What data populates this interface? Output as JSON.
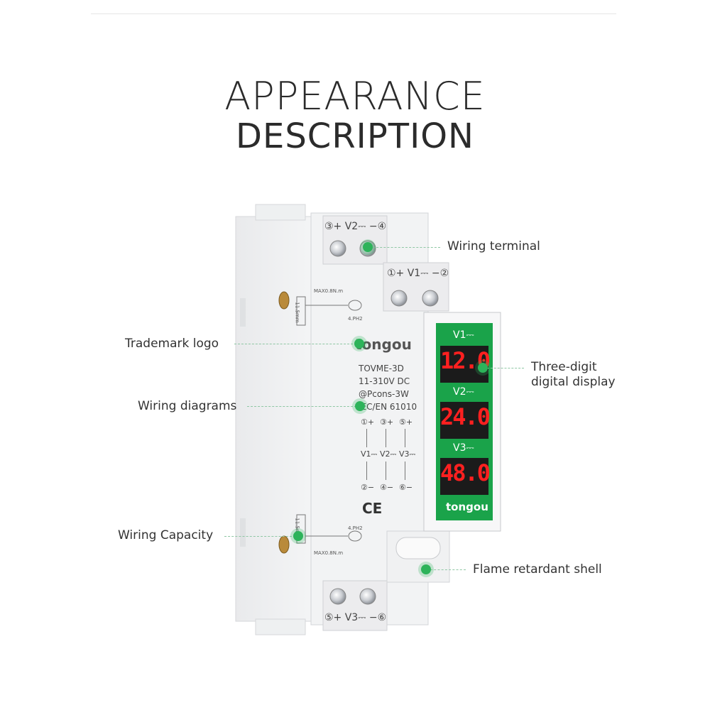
{
  "title": {
    "line1": "APPEARANCE",
    "line2": "DESCRIPTION"
  },
  "callouts": {
    "wiring_terminal": "Wiring terminal",
    "trademark_logo": "Trademark logo",
    "three_digit_line1": "Three-digit",
    "three_digit_line2": "digital display",
    "wiring_diagrams": "Wiring diagrams",
    "wiring_capacity": "Wiring Capacity",
    "flame_shell": "Flame retardant shell"
  },
  "device": {
    "terminal_top_left": "③+ V2⎓ −④",
    "terminal_top_right": "①+ V1⎓ −②",
    "terminal_bottom": "⑤+ V3⎓ −⑥",
    "torque_top": "MAX0.8N.m",
    "torque_bottom": "MAX0.8N.m",
    "strip_len_top": "11.5mm",
    "strip_len_bottom": "11.5mm",
    "driver_top": "4.PH2",
    "driver_bottom": "4.PH2",
    "brand": "tongou",
    "model": "TOVME-3D",
    "range": "11-310V DC",
    "power": "@Pcons-3W",
    "standard": "IEC/EN  61010",
    "diagram_plus": [
      "①+",
      "③+",
      "⑤+"
    ],
    "diagram_names": [
      "V1⎓",
      "V2⎓",
      "V3⎓"
    ],
    "diagram_minus": [
      "②−",
      "④−",
      "⑥−"
    ],
    "ce_mark": "CE",
    "display": {
      "labels": [
        "V1⎓",
        "V2⎓",
        "V3⎓"
      ],
      "readings": [
        "12.0",
        "24.0",
        "48.0"
      ],
      "brand": "tongou",
      "label_color": "#1aa34a",
      "digit_color": "#ff2020"
    }
  }
}
